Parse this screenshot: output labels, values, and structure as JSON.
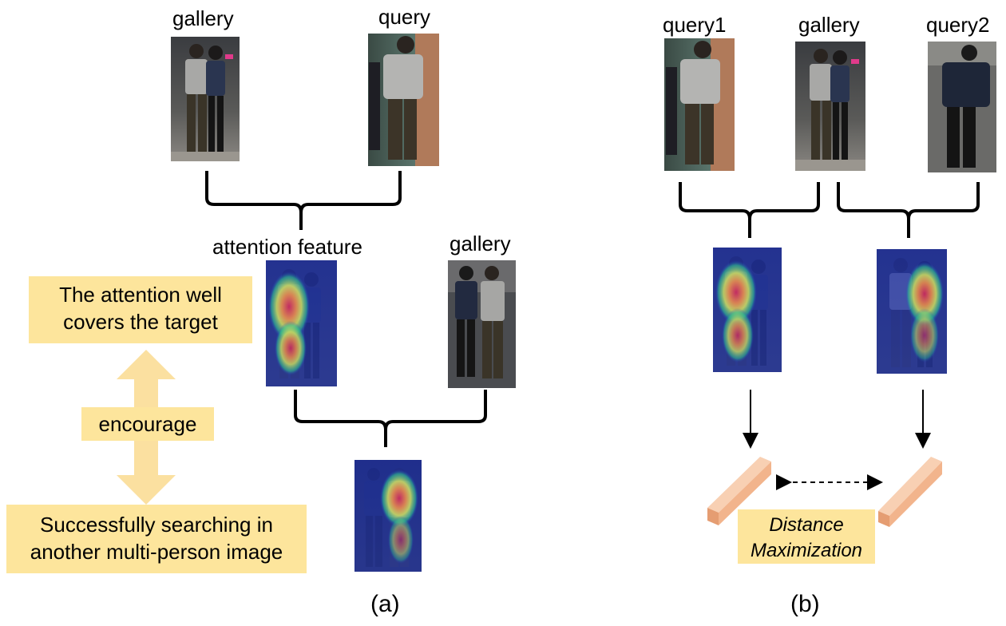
{
  "panel_a": {
    "top_labels": {
      "gallery": "gallery",
      "query": "query"
    },
    "attention_label": "attention feature",
    "gallery2_label": "gallery",
    "box_top": {
      "line1": "The attention well",
      "line2": "covers the target"
    },
    "encourage": "encourage",
    "box_bottom": {
      "line1": "Successfully searching in",
      "line2": "another multi-person image"
    },
    "caption": "(a)"
  },
  "panel_b": {
    "labels": {
      "query1": "query1",
      "gallery": "gallery",
      "query2": "query2"
    },
    "distance": {
      "line1": "Distance",
      "line2": "Maximization"
    },
    "caption": "(b)"
  },
  "colors": {
    "highlight_box": "#fde59c",
    "arrow": "#fbe0a0",
    "block_front": "#f2b48c",
    "block_top": "#f8d0b3"
  }
}
